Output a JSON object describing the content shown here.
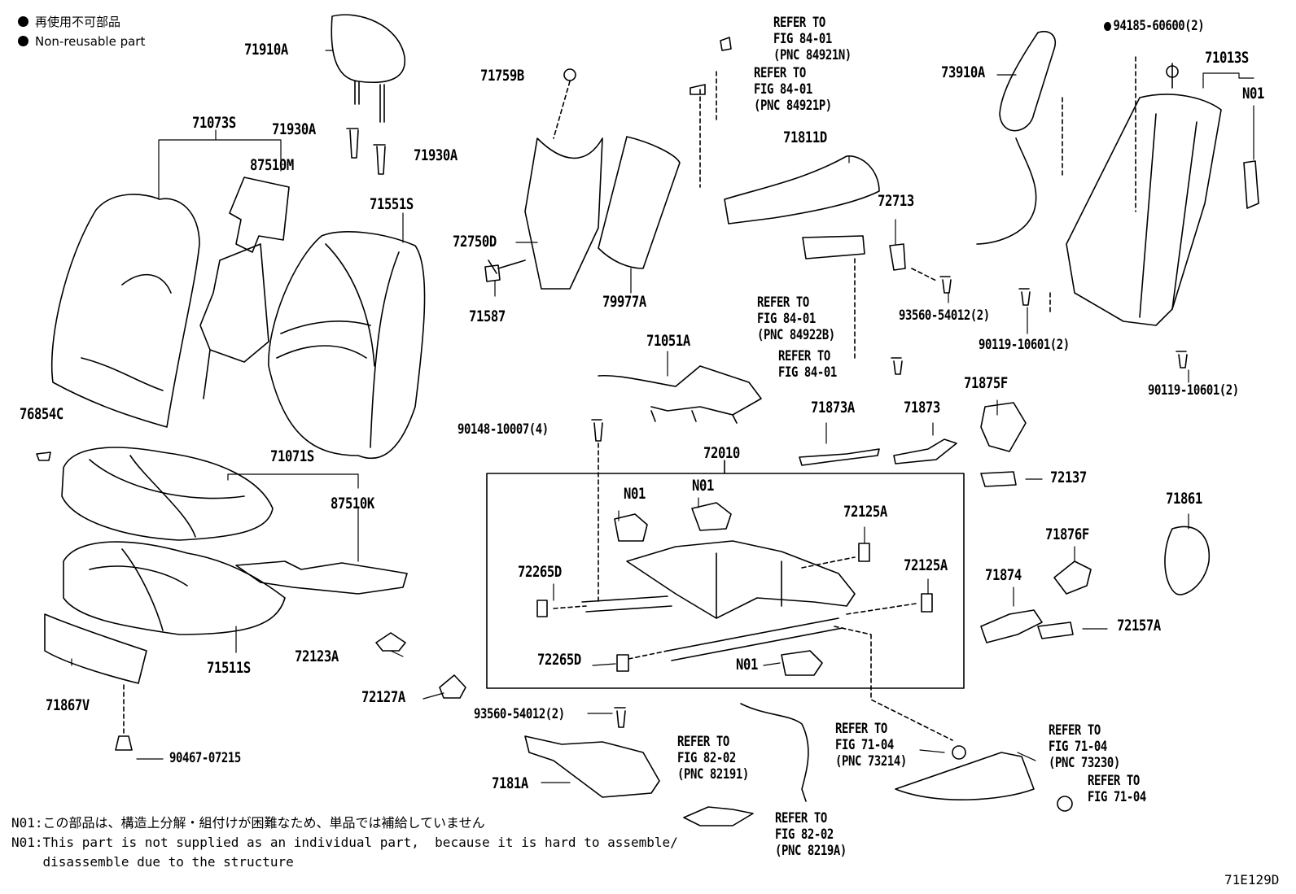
{
  "legend": [
    {
      "symbol": "●",
      "text": "再使用不可部品"
    },
    {
      "symbol": "●",
      "text": "Non-reusable part"
    }
  ],
  "labels": {
    "p71910A": "71910A",
    "p71930A_1": "71930A",
    "p71930A_2": "71930A",
    "p71073S": "71073S",
    "p87510M": "87510M",
    "p71551S": "71551S",
    "p76854C": "76854C",
    "p71071S": "71071S",
    "p87510K": "87510K",
    "p71511S": "71511S",
    "p71867V": "71867V",
    "p90467": "90467-07215",
    "p72123A": "72123A",
    "p72127A": "72127A",
    "p71759B": "71759B",
    "p72750D": "72750D",
    "p71587": "71587",
    "p79977A": "79977A",
    "p71051A": "71051A",
    "p90148": "90148-10007(4)",
    "p72010": "72010",
    "pN01a": "N01",
    "pN01b": "N01",
    "p72125A_1": "72125A",
    "p72125A_2": "72125A",
    "p72265D_1": "72265D",
    "p72265D_2": "72265D",
    "pN01c": "N01",
    "p93560b": "93560-54012(2)",
    "p7181A": "7181A",
    "p71811D": "71811D",
    "p72713": "72713",
    "p93560a": "93560-54012(2)",
    "p73910A": "73910A",
    "p94185": "94185-60600(2)",
    "p71013S": "71013S",
    "pN01d": "N01",
    "p90119a": "90119-10601(2)",
    "p90119b": "90119-10601(2)",
    "p71873A": "71873A",
    "p71873": "71873",
    "p71875F": "71875F",
    "p72137": "72137",
    "p71861": "71861",
    "p71876F": "71876F",
    "p71874": "71874",
    "p72157A": "72157A"
  },
  "refs": {
    "r1": "REFER TO\nFIG 84-01\n(PNC 84921N)",
    "r2": "REFER TO\nFIG 84-01\n(PNC 84921P)",
    "r3": "REFER TO\nFIG 84-01\n(PNC 84922B)",
    "r4": "REFER TO\nFIG 84-01",
    "r5": "REFER TO\nFIG 82-02\n(PNC 82191)",
    "r6": "REFER TO\nFIG 71-04\n(PNC 73214)",
    "r7": "REFER TO\nFIG 71-04\n(PNC 73230)",
    "r8": "REFER TO\nFIG 71-04",
    "r9": "REFER TO\nFIG 82-02\n(PNC 8219A)"
  },
  "notes": {
    "jp": "N01:この部品は、構造上分解・組付けが困難なため、単品では補給していません",
    "en": "N01:This part is not supplied as an individual part,  because it is hard to assemble/\n    disassemble due to the structure"
  },
  "figure_code": "71E129D"
}
